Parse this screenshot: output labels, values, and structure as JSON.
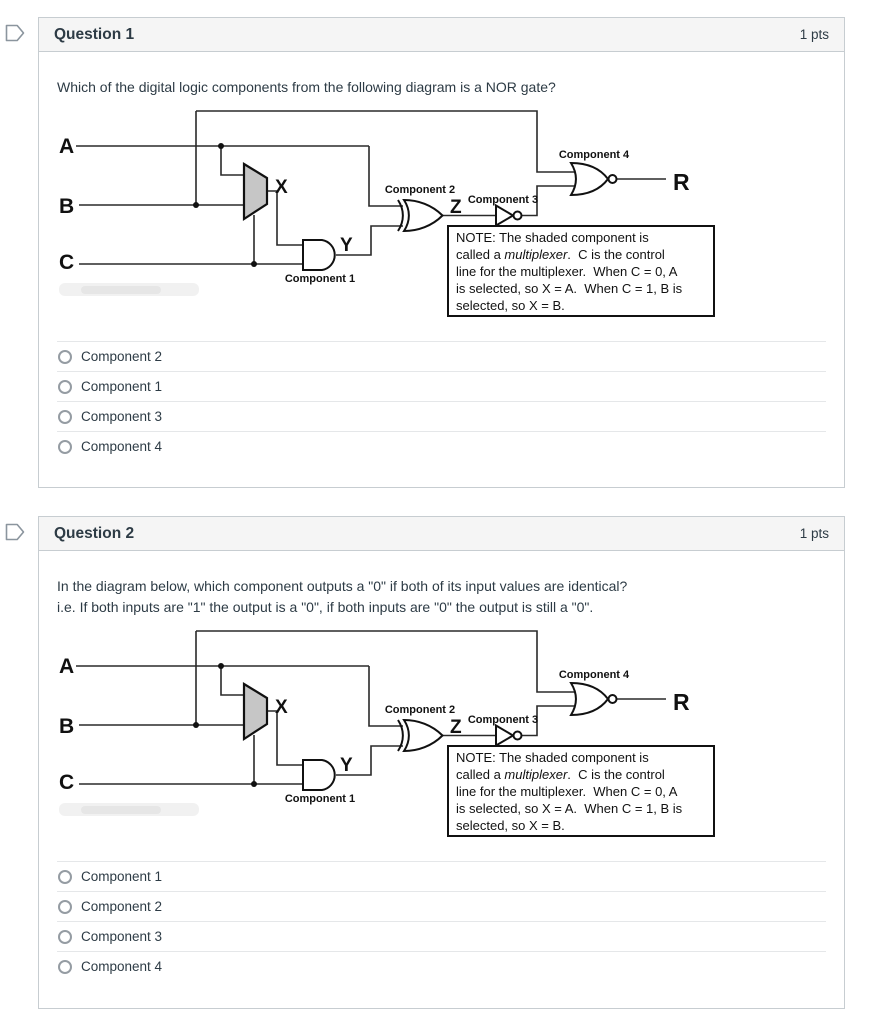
{
  "questions": [
    {
      "title": "Question 1",
      "points": "1 pts",
      "text_lines": [
        "Which of the digital logic components from the following diagram is a NOR gate?"
      ],
      "options": [
        "Component 2",
        "Component 1",
        "Component 3",
        "Component 4"
      ]
    },
    {
      "title": "Question 2",
      "points": "1 pts",
      "text_lines": [
        "In the diagram below, which component outputs a \"0\" if both of its input values are identical?",
        "i.e. If both inputs are \"1\" the output is a \"0\", if both inputs are \"0\" the output is still a \"0\"."
      ],
      "options": [
        "Component 1",
        "Component 2",
        "Component 3",
        "Component 4"
      ]
    }
  ],
  "diagram": {
    "inputs": {
      "a": "A",
      "b": "B",
      "c": "C"
    },
    "signals": {
      "x": "X",
      "y": "Y",
      "z": "Z",
      "r": "R"
    },
    "components": {
      "c1": "Component 1",
      "c2": "Component 2",
      "c3": "Component 3",
      "c4": "Component 4"
    },
    "note": {
      "line1": "NOTE: The shaded component is",
      "line2_pre": "called a ",
      "line2_italic": "multiplexer",
      "line2_post": ".  C is the control",
      "line3": "line for the multiplexer.  When C = 0, A",
      "line4": "is selected, so X = A.  When C = 1, B is",
      "line5": "selected, so X = B."
    },
    "colors": {
      "mux_fill": "#c6c6c6",
      "line": "#2a2a2a"
    }
  },
  "colors": {
    "card_border": "#C7CDD1",
    "header_bg": "#F5F5F5",
    "text": "#2D3B45",
    "flag": "#8B959E"
  }
}
